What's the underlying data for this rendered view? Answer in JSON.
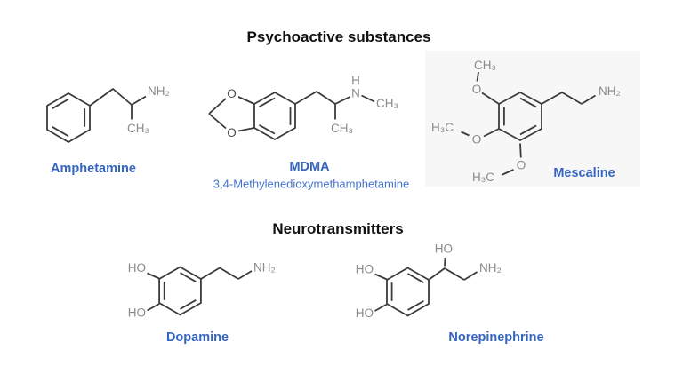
{
  "sections": {
    "psychoactive_title": "Psychoactive substances",
    "neurotransmitters_title": "Neurotransmitters"
  },
  "colors": {
    "bond": "#3b3b3b",
    "atom_label": "#8a8a8a",
    "atom_label_dark": "#4a4a4a",
    "name_label": "#3565c1",
    "full_name_label": "#4573cc",
    "title": "#111111",
    "mescaline_panel_bg": "#f7f7f7",
    "background": "#ffffff"
  },
  "molecules": {
    "amphetamine": {
      "name": "Amphetamine",
      "atoms": {
        "nh2": "NH₂",
        "ch3": "CH₃"
      }
    },
    "mdma": {
      "name": "MDMA",
      "full_name": "3,4-Methylenedioxymethamphetamine",
      "atoms": {
        "o_top": "O",
        "o_bottom": "O",
        "nh": "H",
        "n": "N",
        "n_methyl": "CH₃",
        "alpha_methyl": "CH₃"
      }
    },
    "mescaline": {
      "name": "Mescaline",
      "atoms": {
        "top_methyl": "CH₃",
        "top_o": "O",
        "mid_methyl": "H₃C",
        "mid_o": "O",
        "bottom_o": "O",
        "bottom_methyl": "H₃C",
        "nh2": "NH₂"
      }
    },
    "dopamine": {
      "name": "Dopamine",
      "atoms": {
        "ho_top": "HO",
        "ho_bottom": "HO",
        "nh2": "NH₂"
      }
    },
    "norepinephrine": {
      "name": "Norepinephrine",
      "atoms": {
        "beta_ho": "HO",
        "ho_top": "HO",
        "ho_bottom": "HO",
        "nh2": "NH₂"
      }
    }
  }
}
